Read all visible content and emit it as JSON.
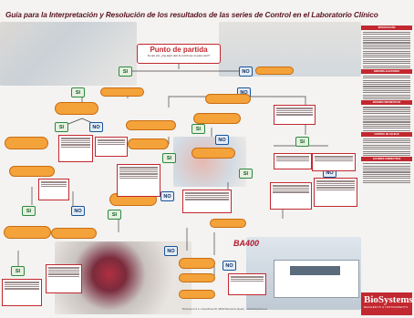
{
  "poster": {
    "title": "Guía para la Interpretación y Resolución de los resultados de las series de Control en el Laboratorio Clínico",
    "start_title": "Punto de partida",
    "start_sub": "Se sale otro, ¿hay algún valor de control que no quiere decir?",
    "yes": "SI",
    "no": "NO",
    "device_label": "BA400",
    "brand_name": "BioSystems",
    "brand_tagline": "REAGENTS & INSTRUMENTS",
    "footer_text": "BioSystems S.A. Costa Brava 30, 08030 Barcelona (Spain) · www.biosystems.es"
  },
  "sidebar": {
    "sections": [
      "INTRODUCCIÓN",
      "ERRORES ALEATORIOS",
      "ERRORES SISTEMÁTICOS",
      "CONTROL DE CALIDAD",
      "ACCIONES CORRECTIVAS"
    ]
  },
  "colors": {
    "accent_red": "#c2282f",
    "question_orange": "#f4a23a",
    "yes_green": "#2b8a3e",
    "no_blue": "#17549c"
  }
}
